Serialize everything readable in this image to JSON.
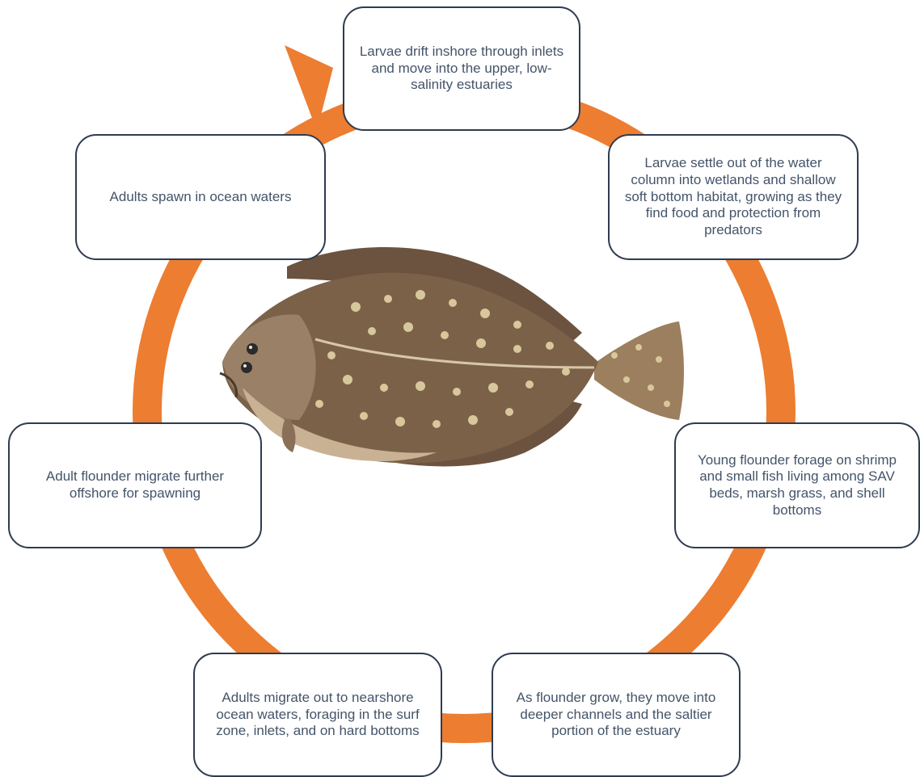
{
  "diagram": {
    "ring_color": "#ed7d31",
    "box_border_color": "#2f3b4f",
    "text_color": "#44546a",
    "stages": [
      {
        "id": "larvae-drift",
        "text": "Larvae drift inshore through inlets and move into the upper, low-salinity estuaries"
      },
      {
        "id": "larvae-settle",
        "text": "Larvae settle out of the water column into wetlands and shallow soft bottom habitat, growing as they find food and protection from predators"
      },
      {
        "id": "young-forage",
        "text": "Young flounder forage on shrimp and small fish living among SAV beds, marsh grass, and shell bottoms"
      },
      {
        "id": "deeper-channels",
        "text": "As flounder grow, they move into deeper channels and the saltier portion of the estuary"
      },
      {
        "id": "adults-nearshore",
        "text": "Adults migrate out to nearshore ocean waters, foraging in the surf zone, inlets, and on hard bottoms"
      },
      {
        "id": "migrate-offshore",
        "text": "Adult flounder migrate further offshore for spawning"
      },
      {
        "id": "adults-spawn",
        "text": "Adults spawn in ocean waters"
      }
    ],
    "center_image": "flounder-illustration"
  }
}
